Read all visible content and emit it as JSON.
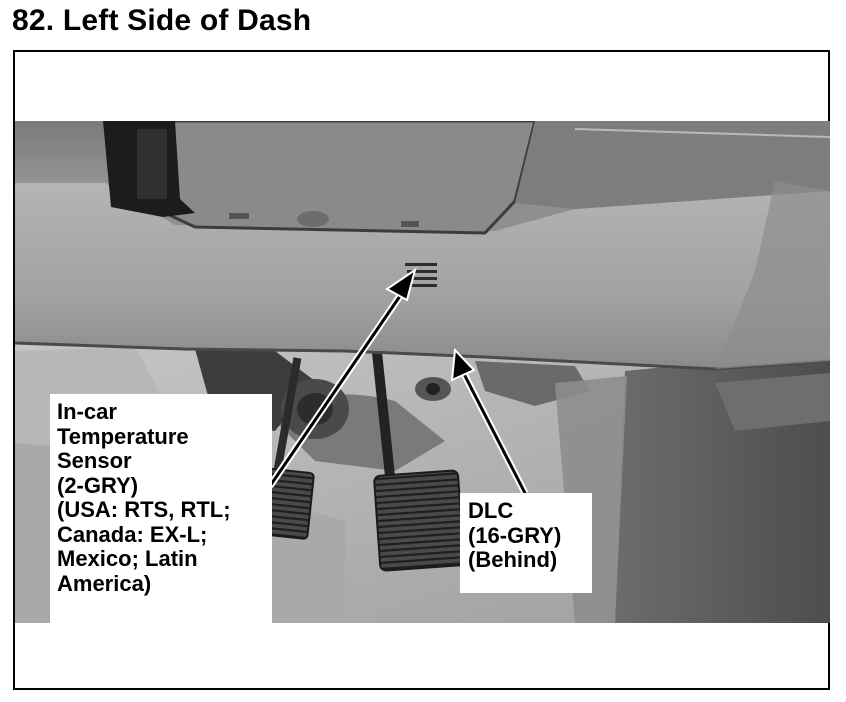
{
  "page": {
    "title": "82. Left Side of Dash"
  },
  "callouts": {
    "sensor": {
      "lines": [
        "In-car",
        "Temperature",
        "Sensor",
        "(2-GRY)",
        "(USA: RTS, RTL;",
        "Canada: EX-L;",
        "Mexico; Latin",
        "America)"
      ]
    },
    "dlc": {
      "lines": [
        "DLC",
        "(16-GRY)",
        "(Behind)"
      ]
    }
  },
  "colors": {
    "panel_light": "#a8a8a8",
    "panel_mid": "#8c8c8c",
    "panel_dark": "#5a5a5a",
    "floor": "#bdbdbd",
    "shadow": "#2a2a2a"
  }
}
